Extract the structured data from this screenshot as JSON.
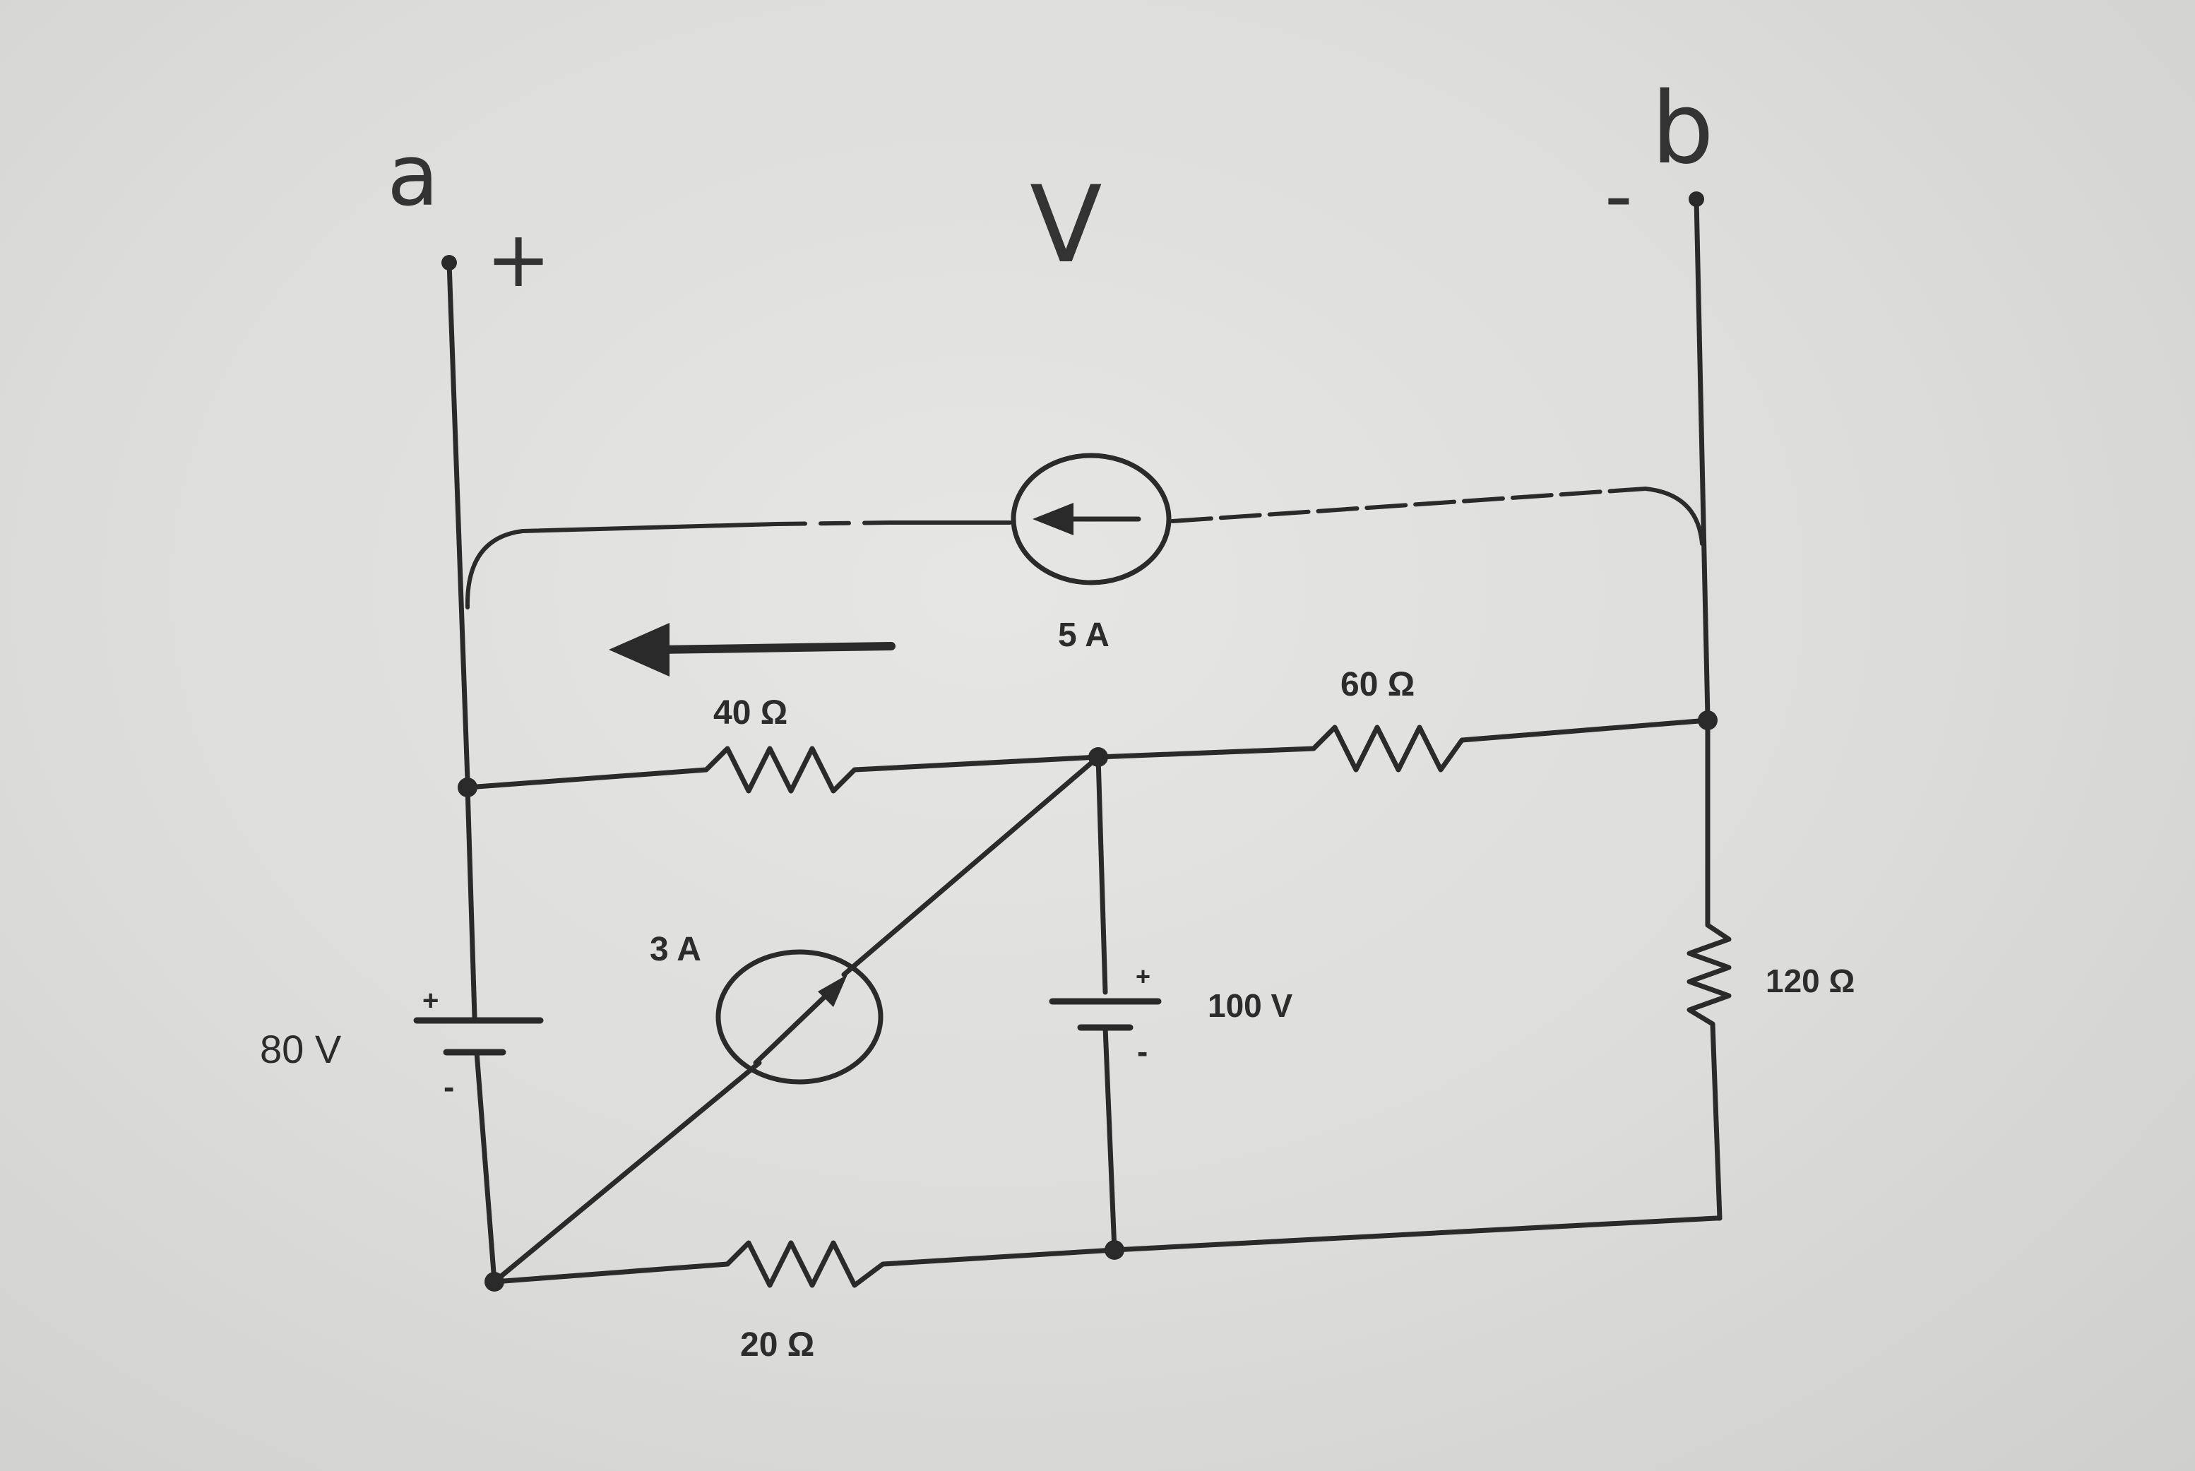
{
  "terminals": {
    "a": "a",
    "b": "b",
    "plus": "+",
    "minus": "-",
    "voltage_label": "V"
  },
  "sources": {
    "current_top": "5 A",
    "current_diag": "3 A",
    "voltage_left": "80 V",
    "voltage_mid": "100 V",
    "polarity_plus": "+",
    "polarity_minus": "-"
  },
  "resistors": {
    "r40": "40 Ω",
    "r60": "60 Ω",
    "r120": "120 Ω",
    "r20": "20 Ω"
  }
}
